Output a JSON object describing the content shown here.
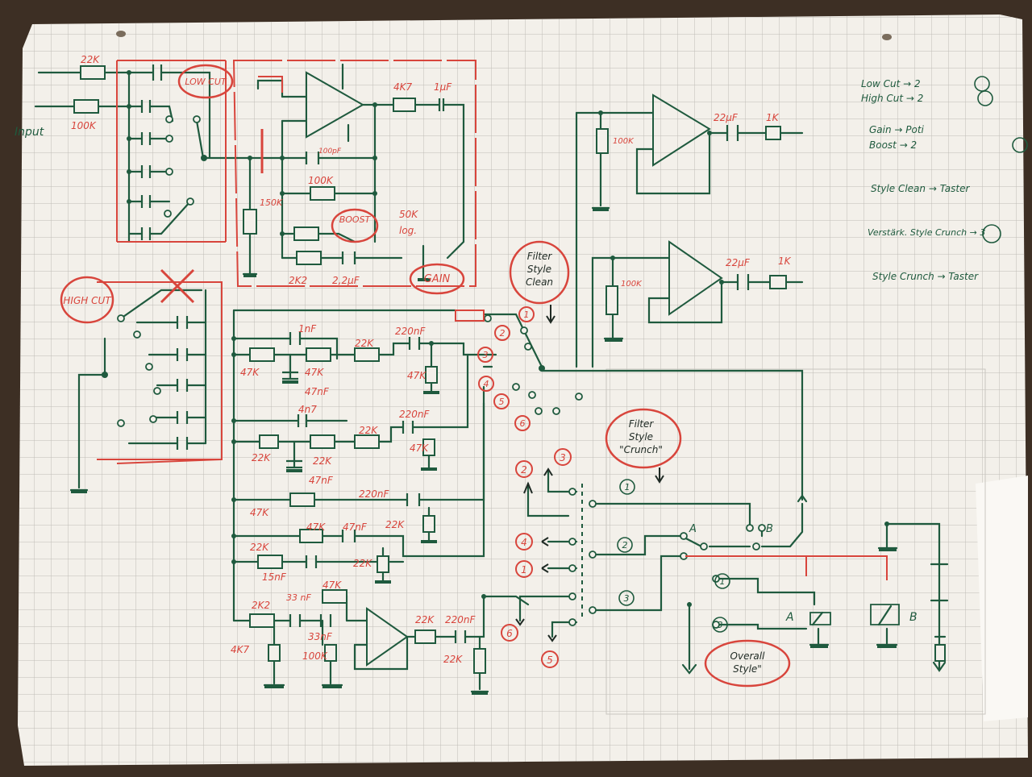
{
  "labels": {
    "input": "Input",
    "low_cut": "LOW CUT",
    "high_cut": "HIGH CUT",
    "boost": "BOOST",
    "gain": "GAIN",
    "filter_clean_l1": "Filter",
    "filter_clean_l2": "Style",
    "filter_clean_l3": "Clean",
    "filter_crunch_l1": "Filter",
    "filter_crunch_l2": "Style",
    "filter_crunch_l3": "\"Crunch\"",
    "overall_l1": "Overall",
    "overall_l2": "Style\""
  },
  "components": {
    "r_22k_in": "22K",
    "r_100k_in": "100K",
    "r_4k7_out": "4K7",
    "c_1uf": "1µF",
    "r_100k_fb": "100K",
    "c_100pf": "100pF",
    "r_150k": "150K",
    "pot_50k": "50K",
    "pot_log": "log.",
    "r_2k2": "2K2",
    "c_2u2": "2,2µF",
    "c_1nf": "1nF",
    "r_22k_a": "22K",
    "c_220nf_a": "220nF",
    "r_47k_a": "47K",
    "r_47k_b": "47K",
    "r_47k_c": "47K",
    "c_47nf_a": "47nF",
    "c_4n7": "4n7",
    "r_22k_b": "22K",
    "c_220nf_b": "220nF",
    "r_47k_d": "47K",
    "r_22k_c": "22K",
    "r_22k_d": "22K",
    "c_47nf_b": "47nF",
    "r_47k_e": "47K",
    "c_220nf_c": "220nF",
    "r_22k_e": "22K",
    "r_47k_f": "47K",
    "c_47nf_c": "47nF",
    "r_22k_f": "22K",
    "r_22k_g": "22K",
    "c_15nf": "15nF",
    "r_2k2_b": "2K2",
    "c_33nf_a": "33 nF",
    "r_47k_g": "47K",
    "c_33nf_b": "33nF",
    "r_4k7_b": "4K7",
    "r_100k_b": "100K",
    "r_22k_h": "22K",
    "c_220nf_d": "220nF",
    "r_22k_i": "22K",
    "c_22uf_1": "22µF",
    "r_1k_1": "1K",
    "r_100k_r1": "100K",
    "c_22uf_2": "22µF",
    "r_1k_2": "1K",
    "r_100k_r2": "100K"
  },
  "numbers": [
    "1",
    "2",
    "3",
    "4",
    "5",
    "6"
  ],
  "switch_labels": {
    "a": "A",
    "b": "B",
    "a2": "A",
    "b2": "B"
  },
  "legend": {
    "line1": "Low Cut → 2",
    "line2": "High Cut → 2",
    "line3": "Gain → Poti",
    "line4": "Boost → 2",
    "line5": "Style Clean → Taster",
    "line6": "Verstärk. Style Crunch → 3",
    "line7": "Style Crunch → Taster"
  },
  "colors": {
    "paper": "#f3f0ea",
    "grid": "#b9b6b0",
    "green_ink": "#1f5a3e",
    "red_ink": "#d8453c",
    "background": "#3d2f24"
  }
}
